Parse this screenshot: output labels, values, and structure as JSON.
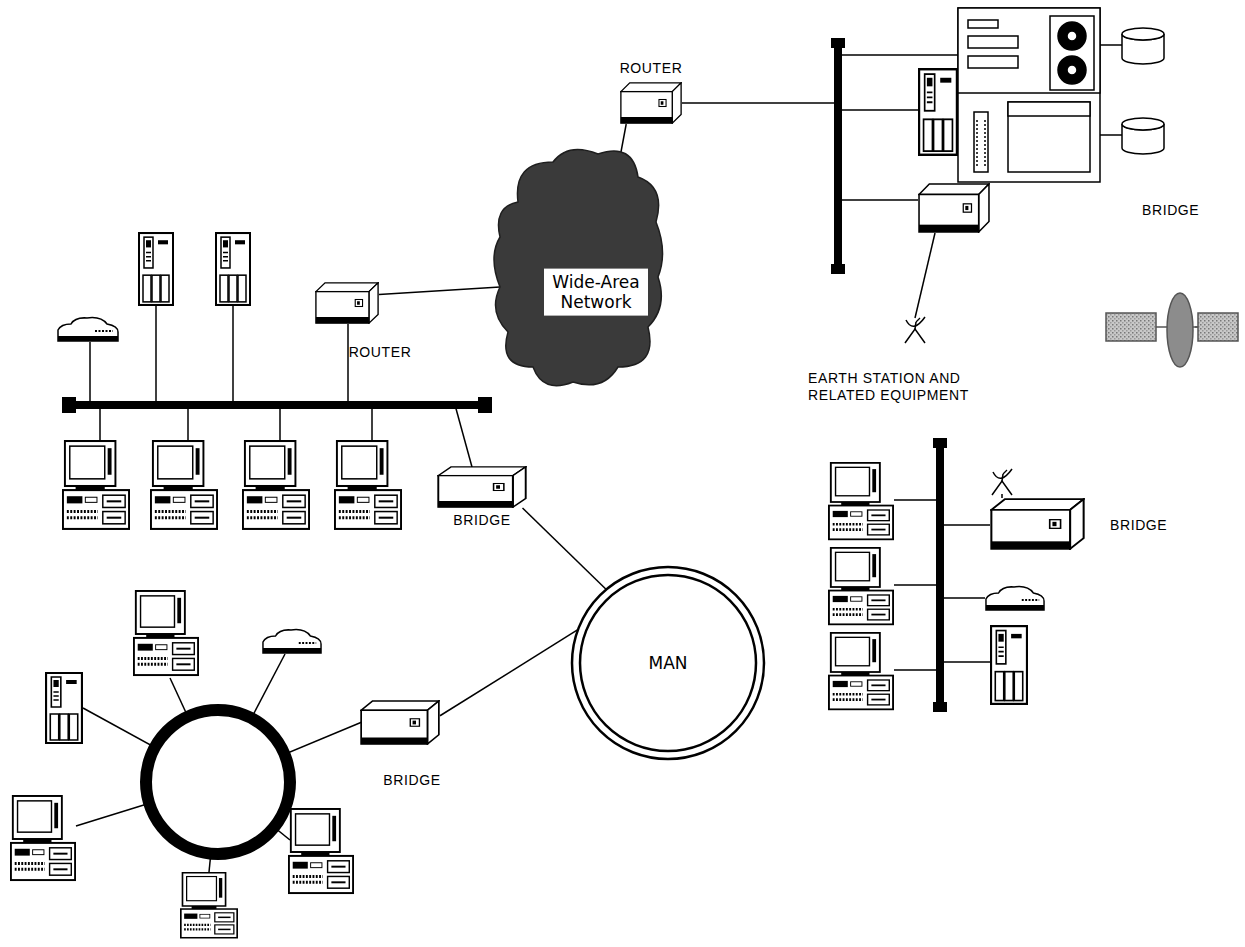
{
  "diagram": {
    "nodes": [
      {
        "text": [
          "ROUTER"
        ]
      },
      {
        "text": [
          "Wide-Area Network"
        ]
      },
      {
        "text": [
          "ROUTER"
        ]
      },
      {
        "text": [
          "BRIDGE"
        ]
      },
      {
        "text": [
          "BRIDGE"
        ]
      },
      {
        "text": [
          "MAN"
        ]
      },
      {
        "text": [
          "BRIDGE"
        ]
      },
      {
        "text": [
          "BRIDGE"
        ]
      }
    ],
    "edges": [
      {
        "from": 0,
        "to": 1,
        "arrow": "none"
      },
      {
        "from": 2,
        "to": 1,
        "arrow": "none"
      },
      {
        "from": 4,
        "to": 5,
        "arrow": "none"
      },
      {
        "from": 7,
        "to": 5,
        "arrow": "none"
      }
    ],
    "labels": [
      "EARTH STATION AND RELATED EQUIPMENT"
    ]
  }
}
